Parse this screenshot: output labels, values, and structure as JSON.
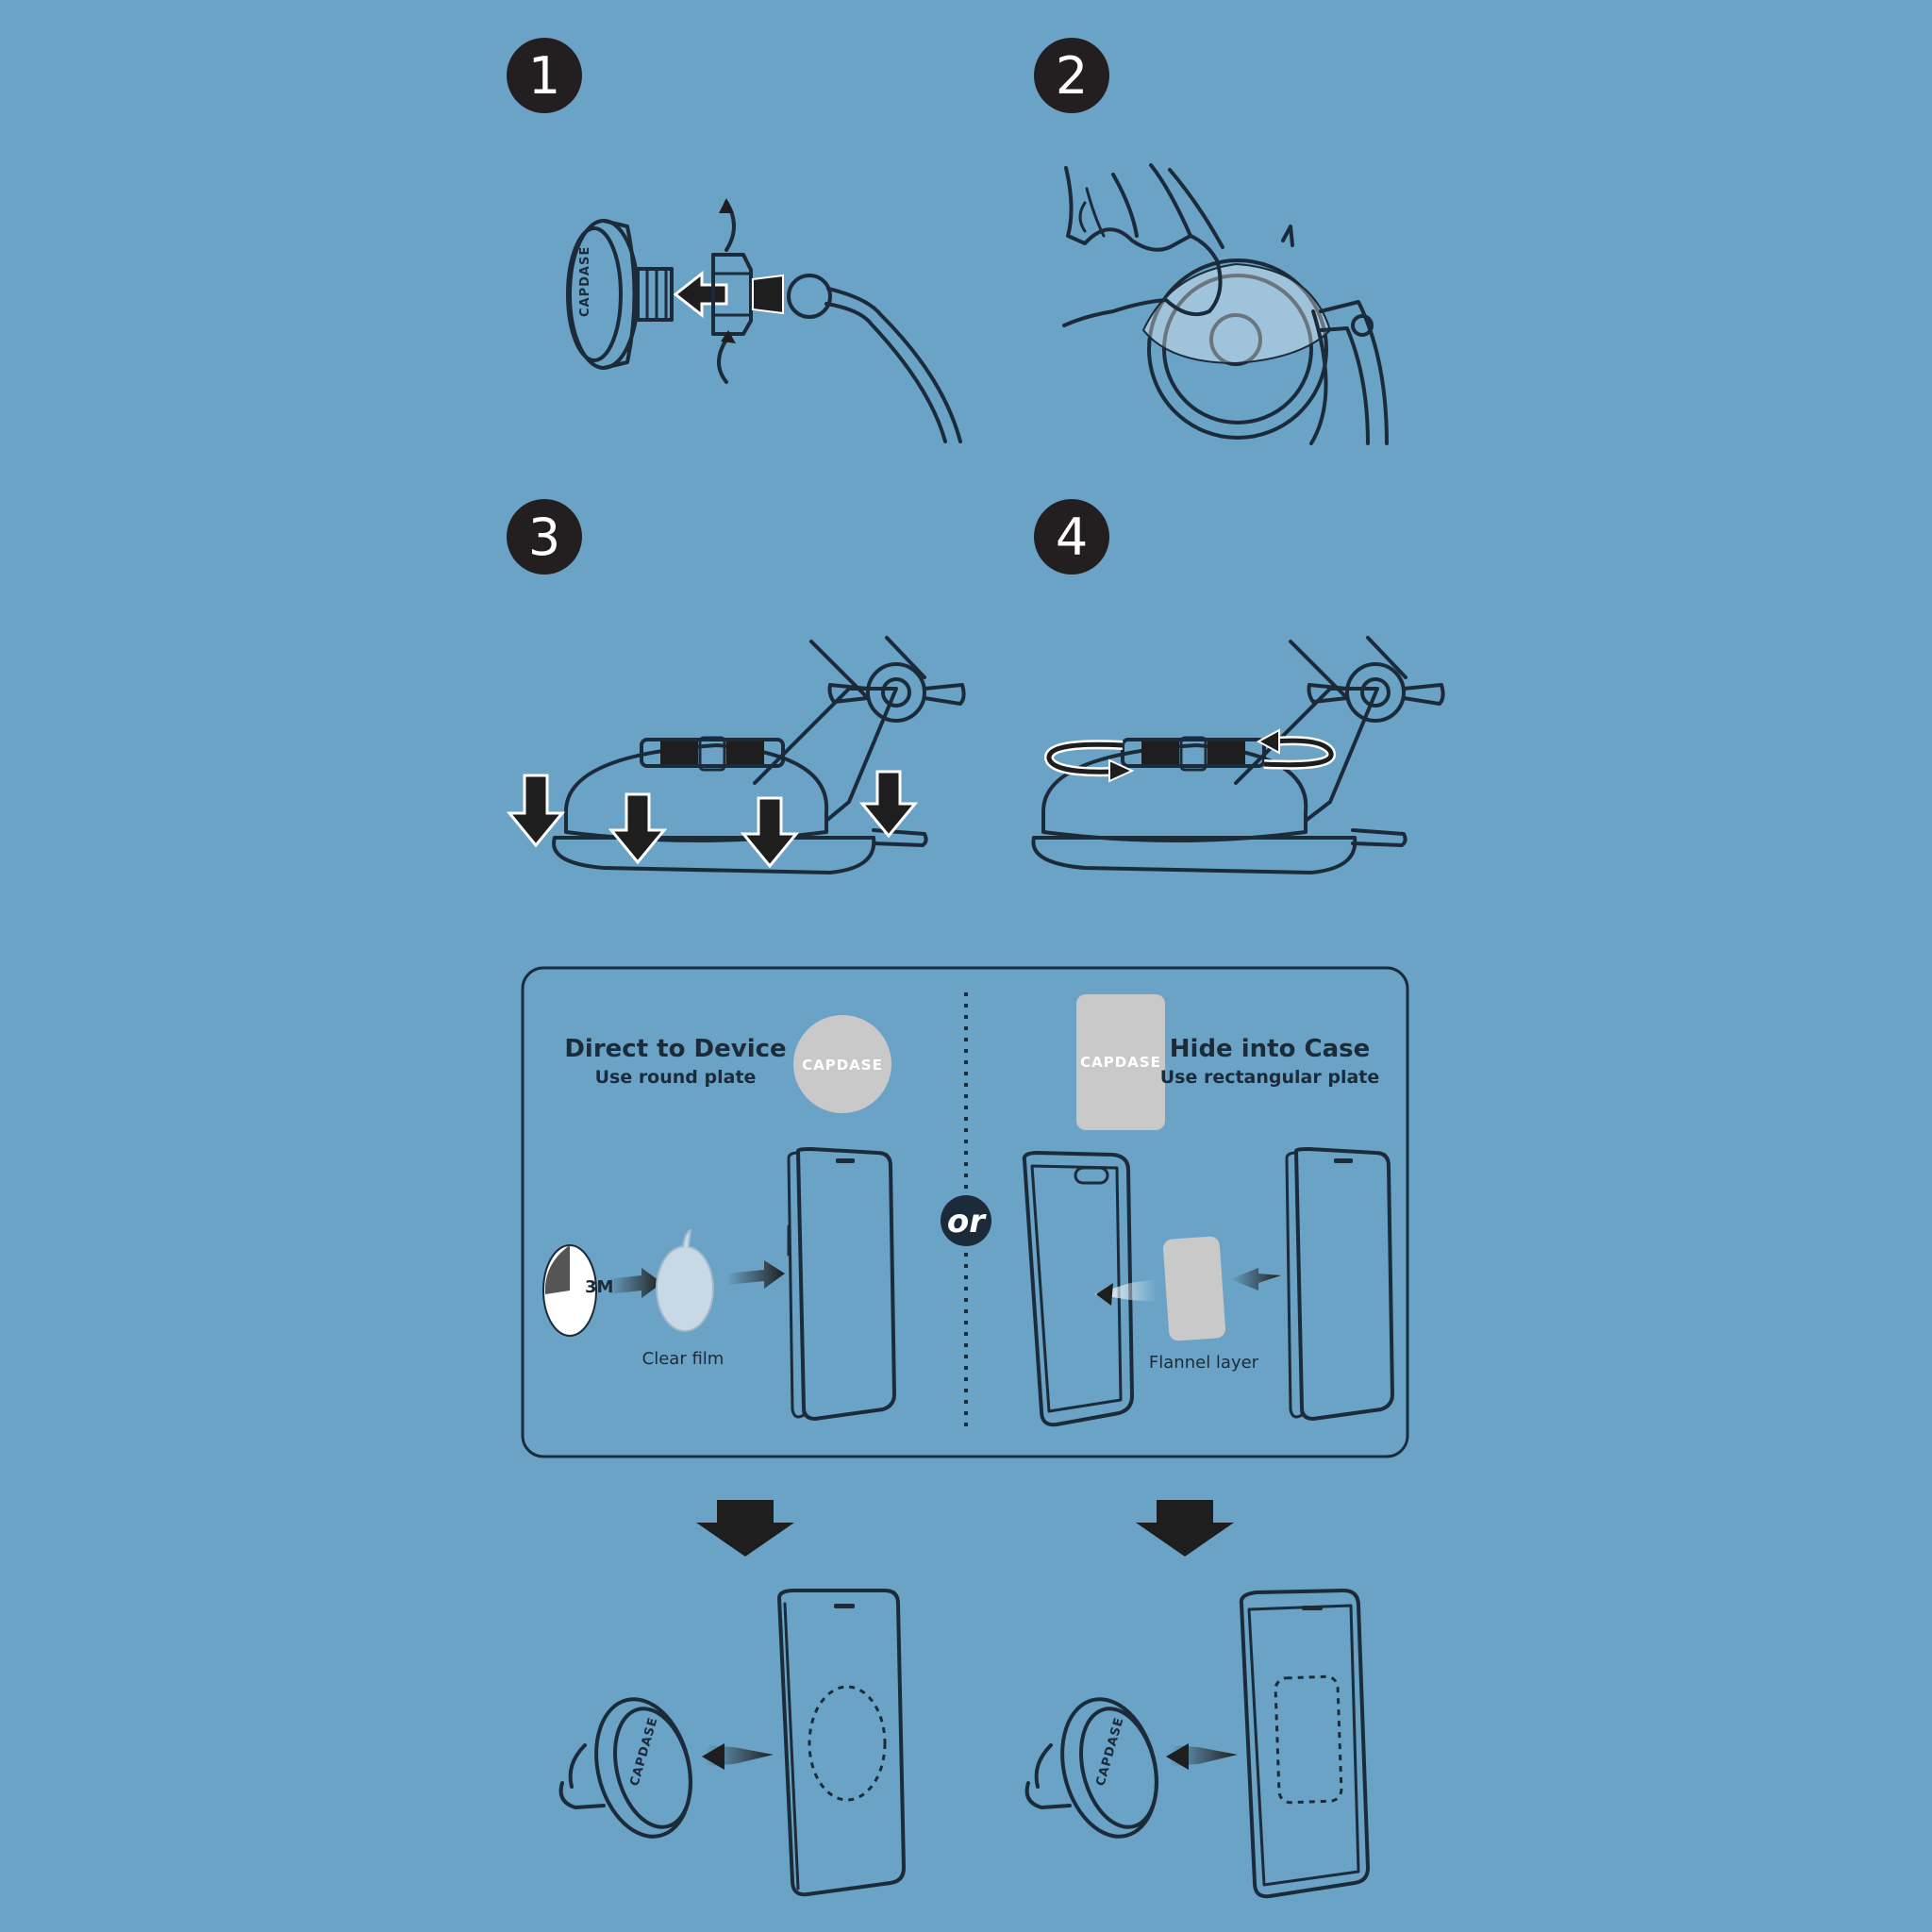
{
  "steps": [
    {
      "number": "1"
    },
    {
      "number": "2"
    },
    {
      "number": "3"
    },
    {
      "number": "4"
    }
  ],
  "brand_text": "CAPDASE",
  "option_left": {
    "title": "Direct to Device",
    "subtitle": "Use round plate",
    "film_label": "Clear film",
    "adhesive_text": "3M"
  },
  "divider_text": "or",
  "option_right": {
    "title": "Hide into Case",
    "subtitle": "Use rectangular plate",
    "layer_label": "Flannel layer"
  },
  "colors": {
    "background": "#6aa3c6",
    "ink": "#1c2b3a",
    "badge": "#231f20",
    "plate": "#c9c9c9"
  }
}
